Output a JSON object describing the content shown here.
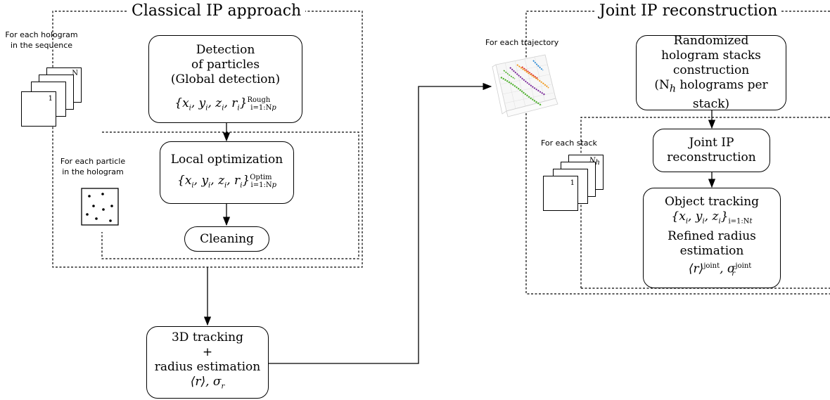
{
  "classical": {
    "title": "Classical IP approach",
    "hologram_note_line1": "For each hologram",
    "hologram_note_line2": "in the sequence",
    "stack_top_label": "N",
    "stack_bottom_label": "1",
    "detection": {
      "line1": "Detection",
      "line2": "of particles",
      "line3": "(Global detection)",
      "formula_body": "{x",
      "formula_sup": "Rough",
      "formula_sub": "i=1:N"
    },
    "particle_note_line1": "For each particle",
    "particle_note_line2": "in the hologram",
    "local_opt": {
      "line1": "Local optimization",
      "formula_sup": "Optim",
      "formula_sub": "i=1:N"
    },
    "cleaning": "Cleaning"
  },
  "tracking": {
    "line1": "3D tracking",
    "line2": "+",
    "line3": "radius estimation",
    "formula": "⟨r⟩,  σ",
    "formula_sub": "r"
  },
  "joint": {
    "title": "Joint IP reconstruction",
    "trajectory_note": "For each trajectory",
    "randomized": {
      "line1": "Randomized",
      "line2": "hologram stacks",
      "line3": "construction",
      "line4_a": "(N",
      "line4_sub": "h",
      "line4_b": " holograms per stack)"
    },
    "stack_note": "For each stack",
    "stack_top_label": "N",
    "stack_top_sub": "h",
    "stack_bottom_label": "1",
    "joint_recon": {
      "line1": "Joint IP",
      "line2": "reconstruction"
    },
    "object_tracking": {
      "line1": "Object tracking",
      "formula_sub": "i=1:N",
      "line3": "Refined radius",
      "line4": "estimation",
      "formula2_a": "⟨r⟩",
      "formula2_sup1": "joint",
      "formula2_b": ",  σ",
      "formula2_sub": "r",
      "formula2_sup2": "joint"
    }
  },
  "colors": {
    "line": "#000000",
    "trajectory_green": "#4caf2a",
    "trajectory_purple": "#7b2a9b",
    "trajectory_orange": "#f29a1d",
    "trajectory_red": "#e0322f",
    "trajectory_blue": "#2a8ad6"
  }
}
